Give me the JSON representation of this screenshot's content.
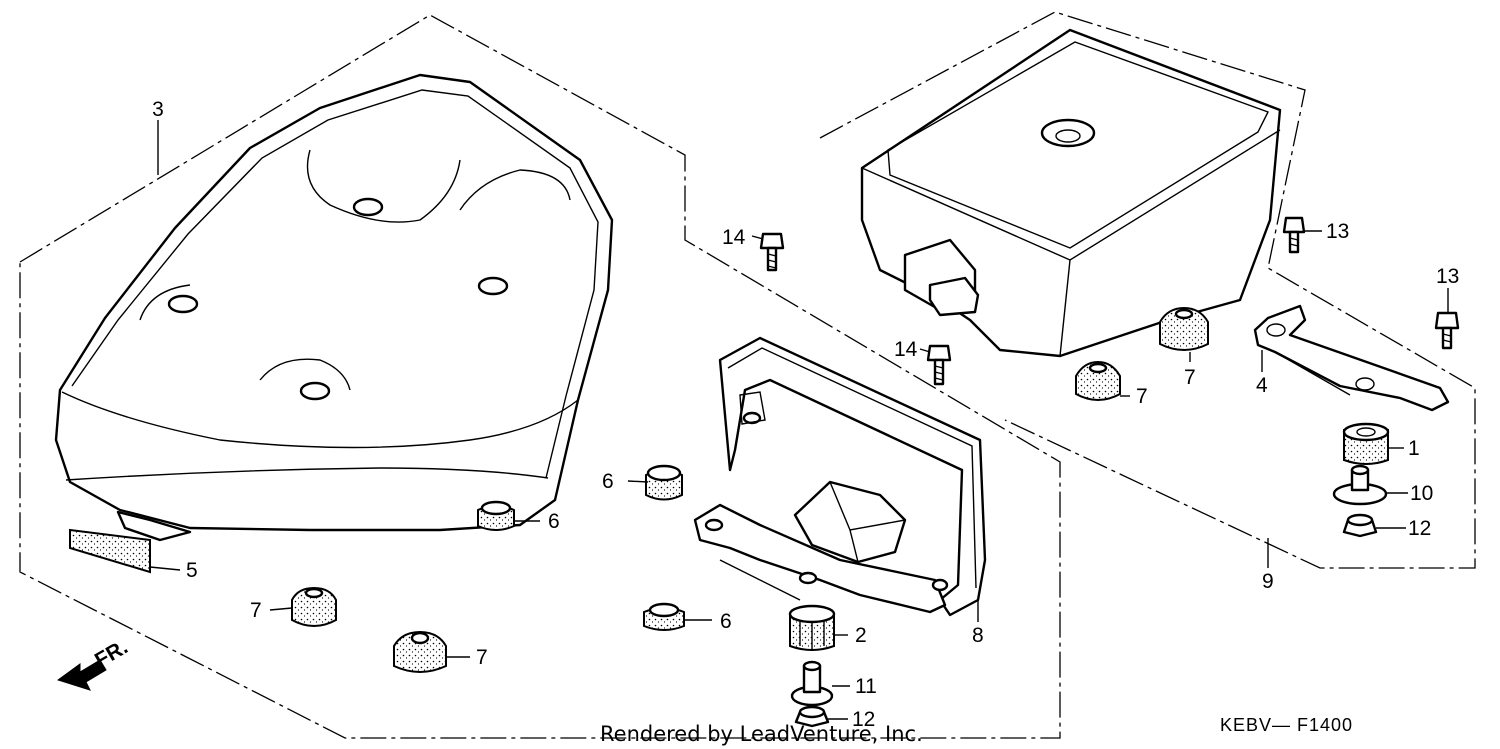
{
  "labels": {
    "p1": "1",
    "p2": "2",
    "p3": "3",
    "p4": "4",
    "p5": "5",
    "p6": "6",
    "p7": "7",
    "p8": "8",
    "p9": "9",
    "p10": "10",
    "p11": "11",
    "p12": "12",
    "p13": "13",
    "p14": "14"
  },
  "front_marker": "FR.",
  "diagram_code": "KEBV— F1400",
  "credit": "Rendered by LeadVenture, Inc."
}
